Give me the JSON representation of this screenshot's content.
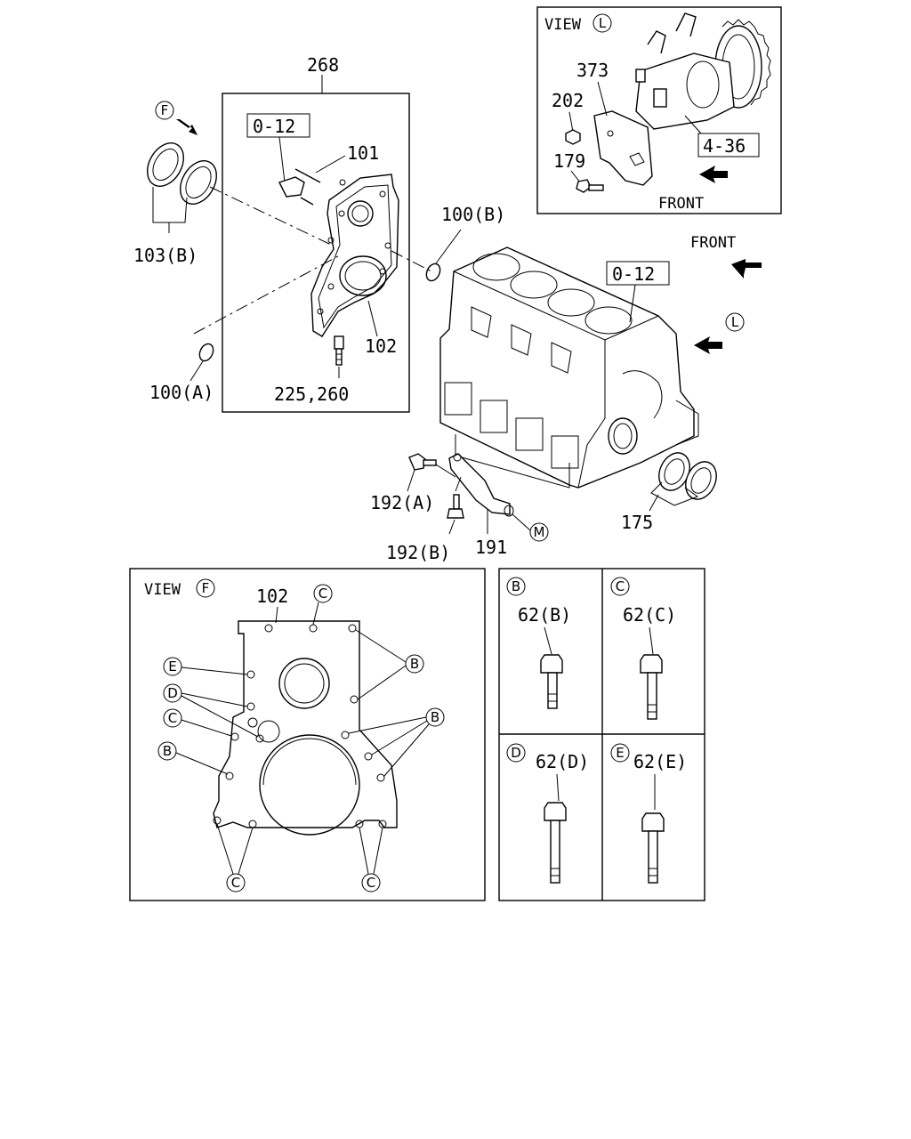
{
  "labels": {
    "l268": "268",
    "l0_12a": "0-12",
    "l101": "101",
    "l103b": "103(B)",
    "l100b": "100(B)",
    "l102": "102",
    "l100a": "100(A)",
    "l225": "225,260",
    "l0_12b": "0-12",
    "l192a": "192(A)",
    "l192b": "192(B)",
    "l191": "191",
    "l175": "175",
    "front_main": "FRONT",
    "viewL_word": "VIEW",
    "l373": "373",
    "l202": "202",
    "l179": "179",
    "l4_36": "4-36",
    "front_inset": "FRONT",
    "viewF_word": "VIEW",
    "f102": "102",
    "b62b": "62(B)",
    "b62c": "62(C)",
    "b62d": "62(D)",
    "b62e": "62(E)"
  },
  "markers": {
    "F": "F",
    "L": "L",
    "M": "M",
    "B": "B",
    "C": "C",
    "D": "D",
    "E": "E"
  }
}
